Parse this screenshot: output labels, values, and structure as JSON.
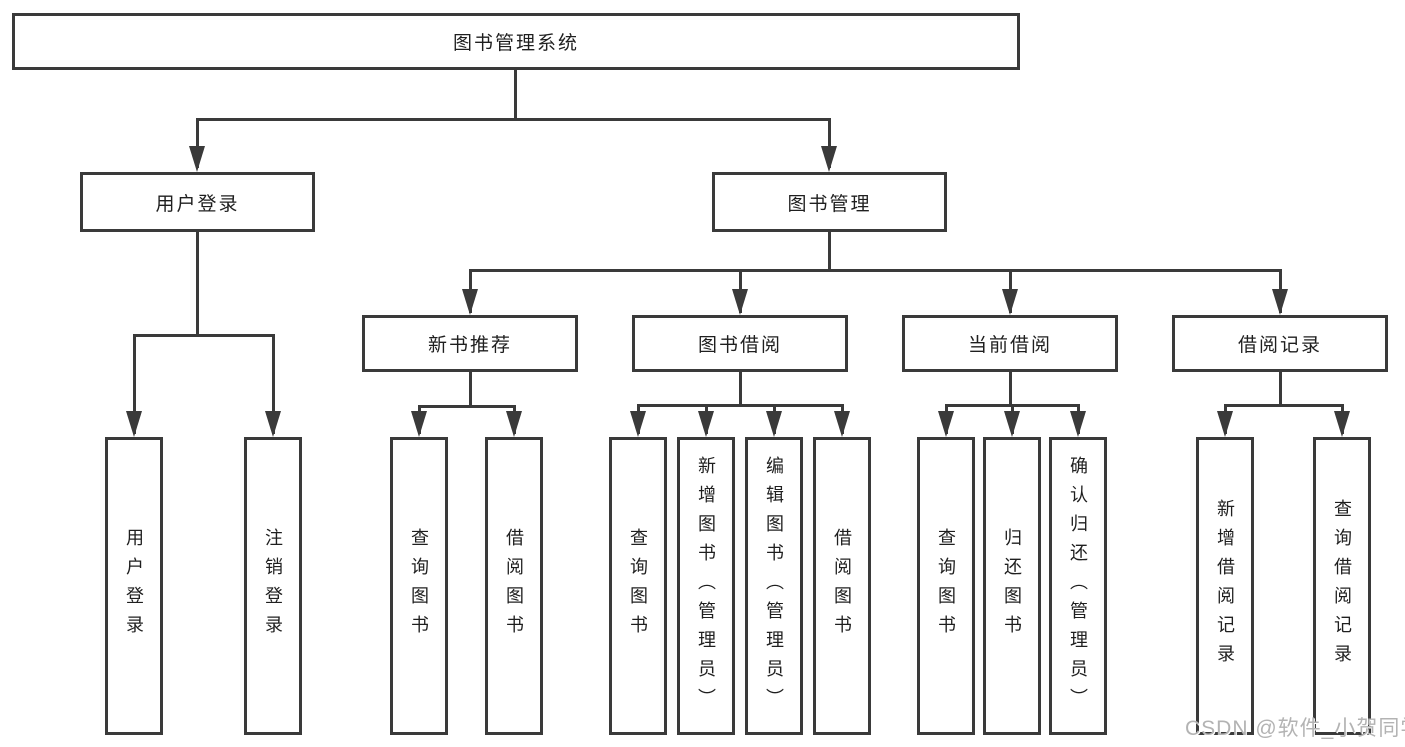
{
  "tree": {
    "root": {
      "label": "图书管理系统",
      "children": [
        {
          "label": "用户登录",
          "children": [
            {
              "label": "用户登录"
            },
            {
              "label": "注销登录"
            }
          ]
        },
        {
          "label": "图书管理",
          "children": [
            {
              "label": "新书推荐",
              "children": [
                {
                  "label": "查询图书"
                },
                {
                  "label": "借阅图书"
                }
              ]
            },
            {
              "label": "图书借阅",
              "children": [
                {
                  "label": "查询图书"
                },
                {
                  "label": "新增图书（管理员）"
                },
                {
                  "label": "编辑图书（管理员）"
                },
                {
                  "label": "借阅图书"
                }
              ]
            },
            {
              "label": "当前借阅",
              "children": [
                {
                  "label": "查询图书"
                },
                {
                  "label": "归还图书"
                },
                {
                  "label": "确认归还（管理员）"
                }
              ]
            },
            {
              "label": "借阅记录",
              "children": [
                {
                  "label": "新增借阅记录"
                },
                {
                  "label": "查询借阅记录"
                }
              ]
            }
          ]
        }
      ]
    }
  },
  "watermark": "CSDN @软件_小贺同学",
  "colors": {
    "line": "#3a3a3a",
    "text": "#1f1f1f",
    "watermark": "#b3b3b3"
  }
}
